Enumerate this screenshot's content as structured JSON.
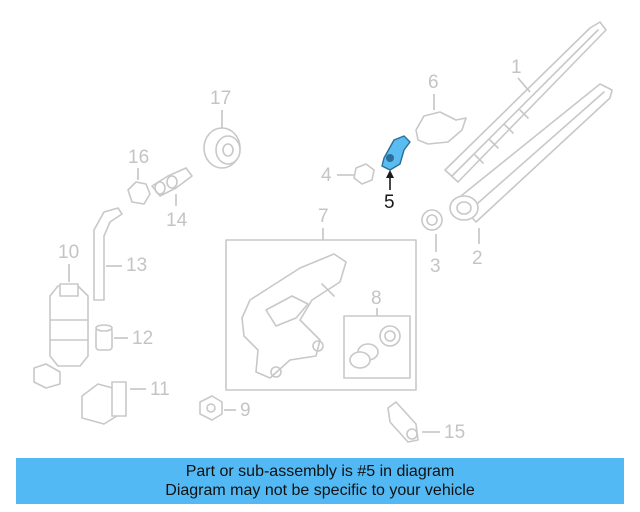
{
  "diagram": {
    "highlight_color": "#5bbcf2",
    "callouts": {
      "c1": "1",
      "c2": "2",
      "c3": "3",
      "c4": "4",
      "c5": "5",
      "c6": "6",
      "c7": "7",
      "c8": "8",
      "c9": "9",
      "c10": "10",
      "c11": "11",
      "c12": "12",
      "c13": "13",
      "c14": "14",
      "c15": "15",
      "c16": "16",
      "c17": "17"
    },
    "highlighted_part": "5"
  },
  "banner": {
    "line1": "Part or sub-assembly is #5 in diagram",
    "line2": "Diagram may not be specific to your vehicle",
    "color": "#52b9f4"
  }
}
